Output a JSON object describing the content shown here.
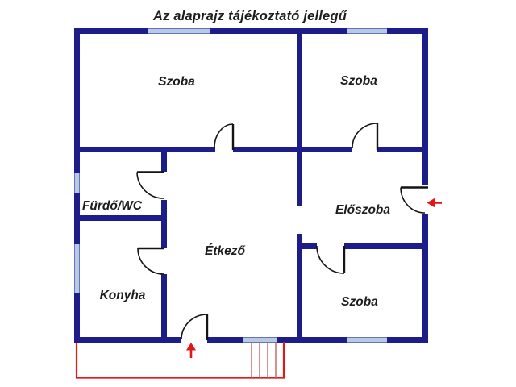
{
  "title": "Az alaprajz tájékoztató jellegű",
  "rooms": [
    {
      "name": "szoba-top-left",
      "label": "Szoba"
    },
    {
      "name": "szoba-top-right",
      "label": "Szoba"
    },
    {
      "name": "furdo-wc",
      "label": "Fürdő/WC"
    },
    {
      "name": "etkezo",
      "label": "Étkező"
    },
    {
      "name": "eloszoba",
      "label": "Előszoba"
    },
    {
      "name": "konyha",
      "label": "Konyha"
    },
    {
      "name": "szoba-bottom-right",
      "label": "Szoba"
    }
  ],
  "icons": {
    "terrace_entrance": "arrow-up-icon",
    "main_entrance": "arrow-left-icon"
  },
  "stairs": {
    "steps": 4
  },
  "doors_count": 7,
  "windows_count": 6,
  "colors": {
    "wall": "#1c1c8a",
    "window": "#b5cbe5",
    "door": "#141414",
    "red": "#e01818",
    "stair": "#c1635f",
    "text": "#1d1d1d",
    "background": "#ffffff"
  }
}
